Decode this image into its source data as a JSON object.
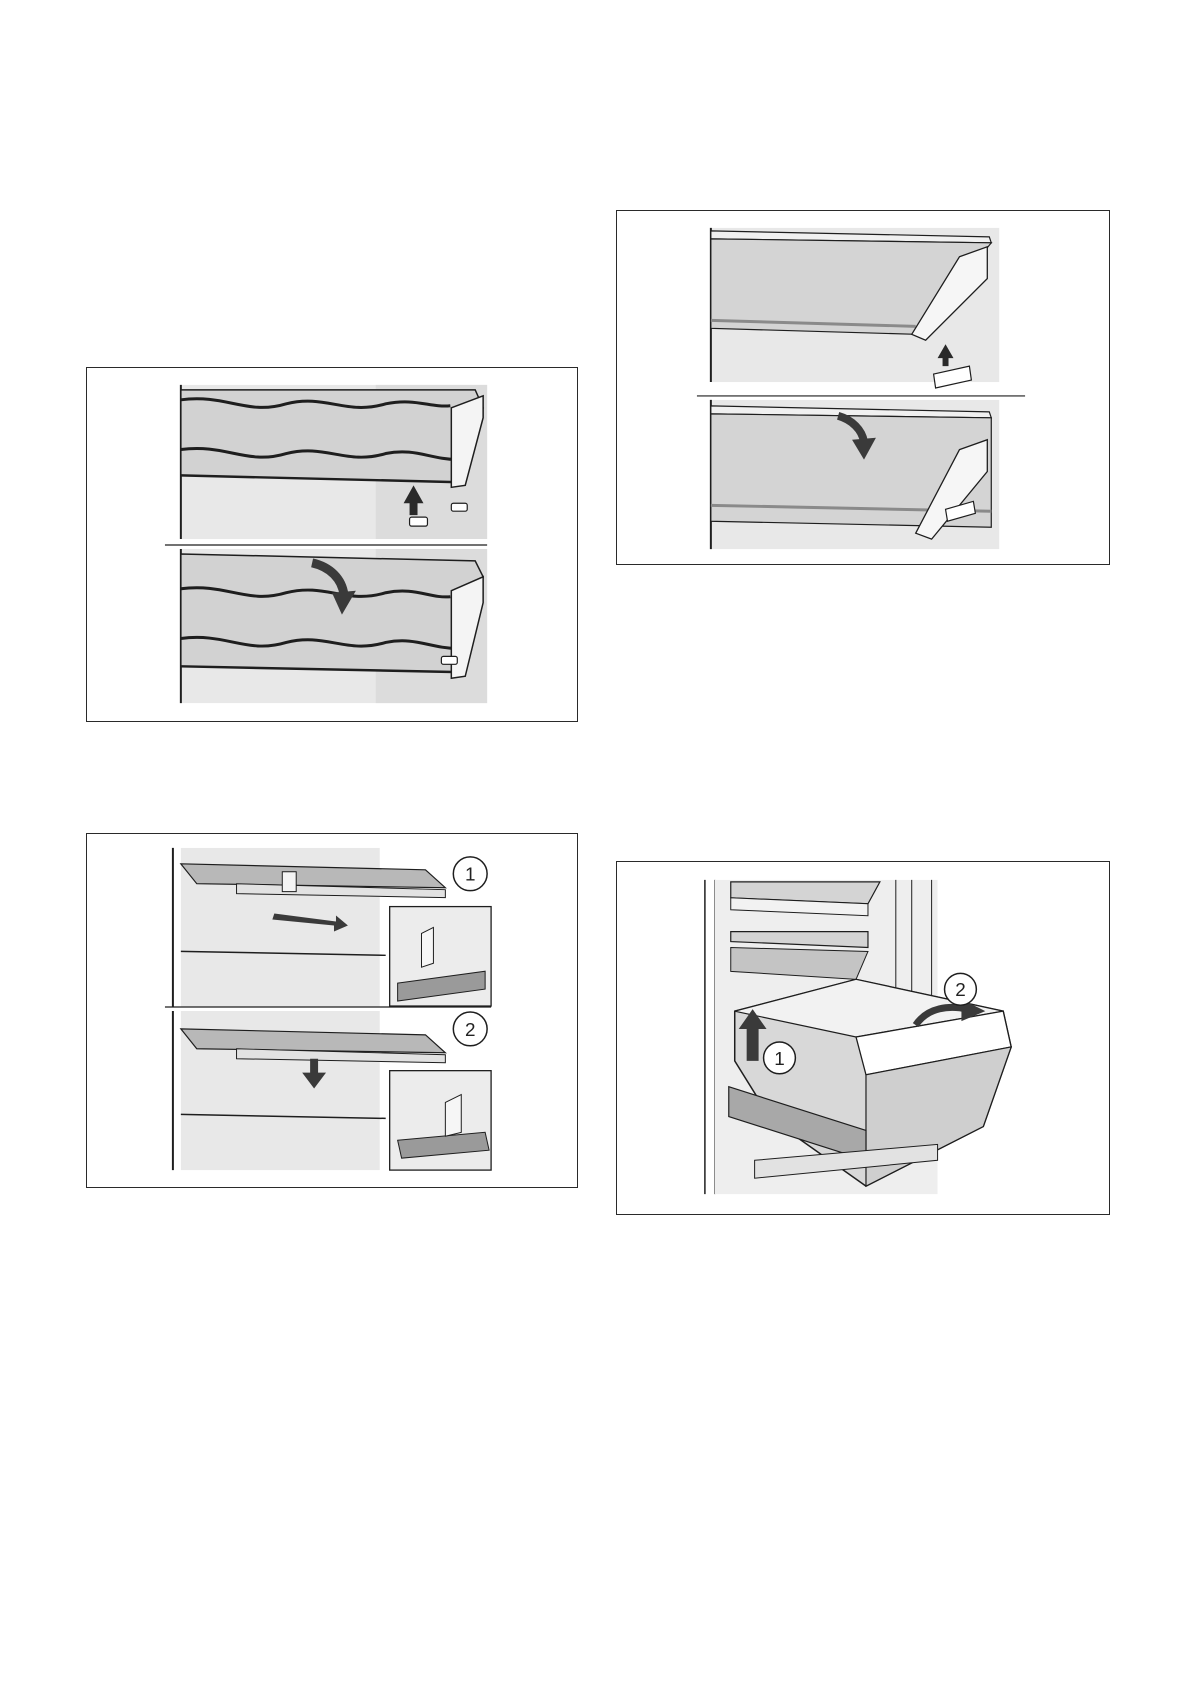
{
  "figures": {
    "wine_shelf": {
      "steps": []
    },
    "door_shelf": {
      "steps": []
    },
    "glass_shelf": {
      "callouts": [
        "1",
        "2"
      ]
    },
    "drawer": {
      "callouts": [
        "1",
        "2"
      ]
    }
  },
  "colors": {
    "frame": "#2a2a2a",
    "fill_light": "#e6e6e6",
    "fill_mid": "#c8c8c8",
    "fill_dark": "#6e6e6e",
    "line": "#1e1e1e"
  }
}
